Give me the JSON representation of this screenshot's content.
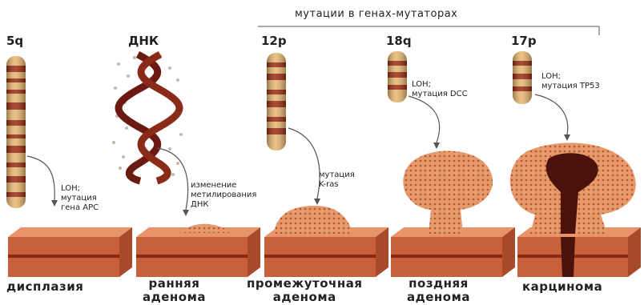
{
  "header": "мутации в генах-мутаторах",
  "chromosomes": [
    {
      "label": "5q"
    },
    {
      "label": "ДНК"
    },
    {
      "label": "12р"
    },
    {
      "label": "18q"
    },
    {
      "label": "17р"
    }
  ],
  "annotations": [
    {
      "text": "LOH;\nмутация\nгена APC"
    },
    {
      "text": "изменение\nметилирования\nДНК"
    },
    {
      "text": "мутация\nK-ras"
    },
    {
      "text": "LOH;\nмутация DCC"
    },
    {
      "text": "LOH;\nмутация TP53"
    }
  ],
  "stages": [
    {
      "label": "дисплазия"
    },
    {
      "label": "ранняя\nаденома"
    },
    {
      "label": "промежуточная\nаденома"
    },
    {
      "label": "поздняя\nаденома"
    },
    {
      "label": "карцинома"
    }
  ],
  "colors": {
    "band_dark": "#9a2a10",
    "band_light": "#e8b770",
    "tissue_top": "#e9936a",
    "tissue_side": "#c8603c",
    "tissue_dark": "#6a1e0c",
    "dna": "#6a1a10"
  }
}
